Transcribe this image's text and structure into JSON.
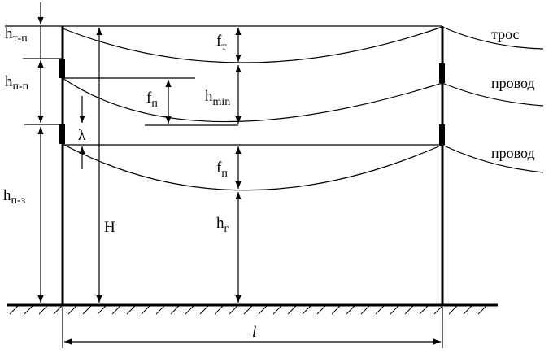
{
  "labels": {
    "h_tp": {
      "main": "h",
      "sub": "т-п"
    },
    "h_pp": {
      "main": "h",
      "sub": "п-п"
    },
    "h_pz": {
      "main": "h",
      "sub": "п-з"
    },
    "f_t": {
      "main": "f",
      "sub": "т"
    },
    "f_p_mid": {
      "main": "f",
      "sub": "п"
    },
    "f_p_low": {
      "main": "f",
      "sub": "п"
    },
    "h_min": {
      "main": "h",
      "sub": "min"
    },
    "h_g": {
      "main": "h",
      "sub": "г"
    },
    "lambda": "λ",
    "H": "H",
    "span": "l"
  },
  "wires": {
    "cable": "трос",
    "wire_upper": "провод",
    "wire_lower": "провод"
  }
}
